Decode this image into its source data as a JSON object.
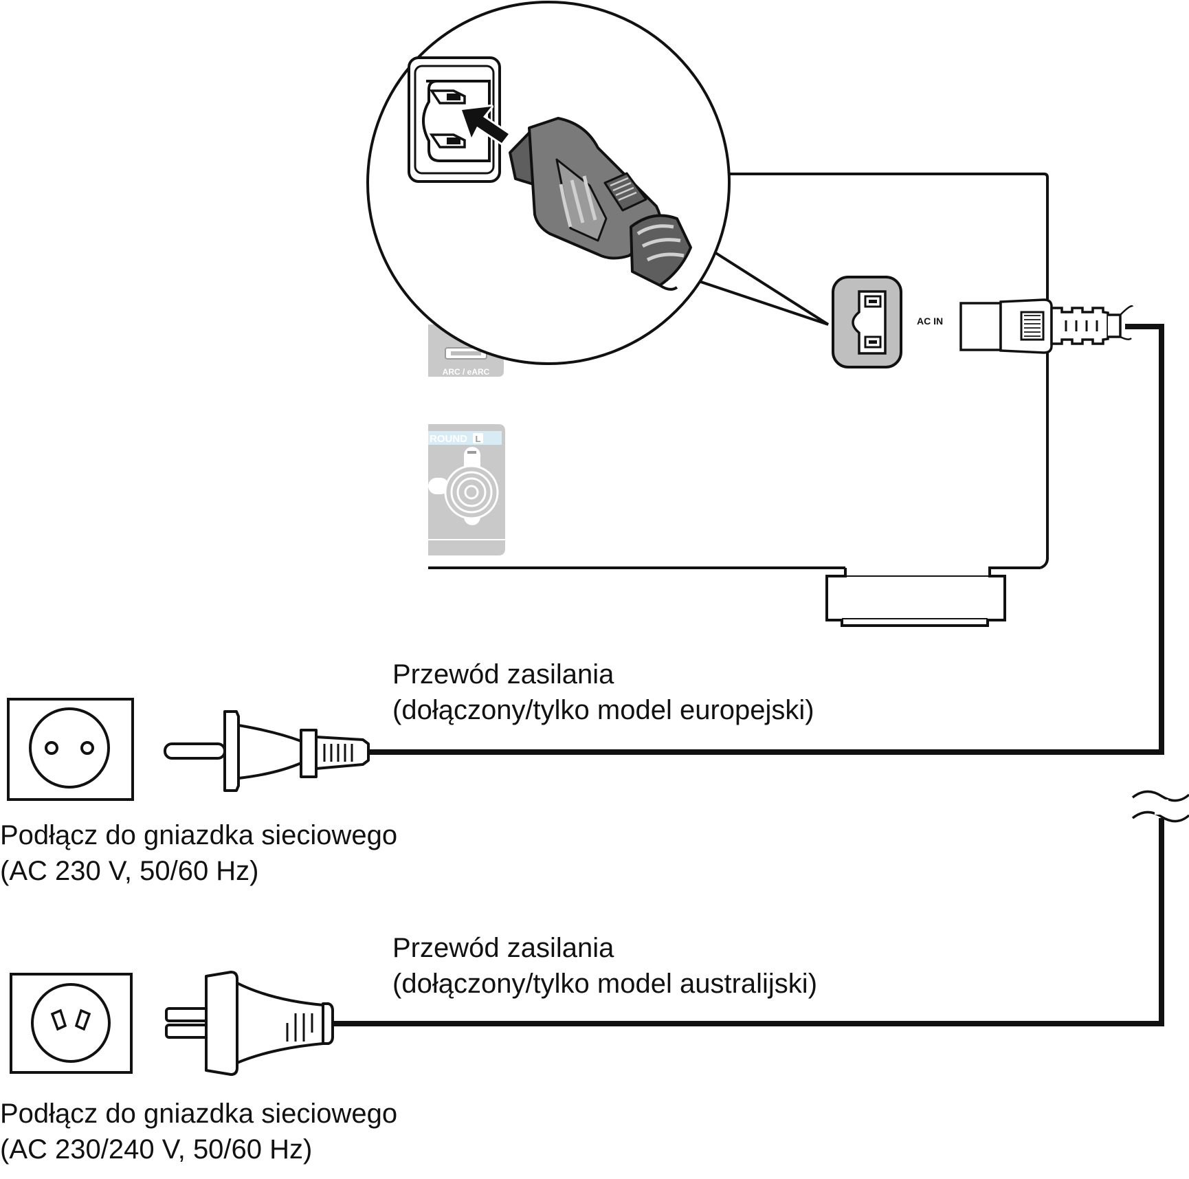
{
  "device": {
    "ac_in_label": "AC IN",
    "arc_label": "ARC / eARC",
    "surround_label": "ROUND",
    "surround_badge": "L"
  },
  "cords": [
    {
      "cord_title": "Przewód zasilania",
      "cord_note": "(dołączony/tylko model europejski)",
      "outlet_title": "Podłącz do gniazdka sieciowego",
      "outlet_spec": "(AC 230 V, 50/60 Hz)"
    },
    {
      "cord_title": "Przewód zasilania",
      "cord_note": "(dołączony/tylko model australijski)",
      "outlet_title": "Podłącz do gniazdka sieciowego",
      "outlet_spec": "(AC 230/240 V, 50/60 Hz)"
    }
  ],
  "colors": {
    "line": "#111111",
    "panel_gray": "#c8c8c8",
    "panel_highlight": "#d8ecf6",
    "connector_gray": "#6f6f6f"
  },
  "icons": [
    "inlet-icon",
    "iec-plug-icon",
    "eu-plug-icon",
    "eu-socket-icon",
    "au-plug-icon",
    "au-socket-icon",
    "cord-break-icon"
  ]
}
